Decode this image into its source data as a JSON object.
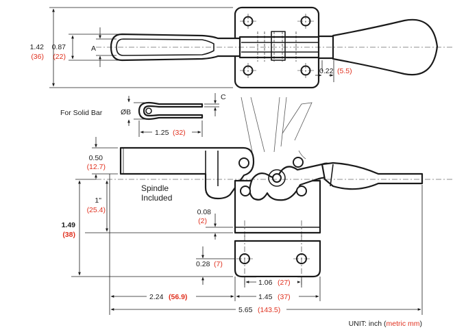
{
  "drawing": {
    "solid_bar_label": "For Solid Bar",
    "spindle_line1": "Spindle",
    "spindle_line2": "Included",
    "unit_prefix": "UNIT:  inch (",
    "unit_metric": "metric mm",
    "unit_suffix": ")"
  },
  "dimensions": {
    "overall_height": {
      "inch": "1.42",
      "mm": "(36)"
    },
    "handle_loop_height": {
      "inch": "0.87",
      "mm": "(22)"
    },
    "dim_a": {
      "label": "A"
    },
    "handle_offset": {
      "inch": "0.22",
      "mm": "(5.5)"
    },
    "bar_dia": {
      "label": "ØB"
    },
    "dim_c": {
      "label": "C"
    },
    "bar_length": {
      "inch": "1.25",
      "mm": "(32)"
    },
    "arm_thickness": {
      "inch": "0.50",
      "mm": "(12.7)"
    },
    "arm_height": {
      "inch": "1\"",
      "mm": "(25.4)"
    },
    "base_height": {
      "inch": "1.49",
      "mm": "(38)"
    },
    "base_plate": {
      "inch": "0.08",
      "mm": "(2)"
    },
    "slot_offset": {
      "inch": "0.28",
      "mm": "(7)"
    },
    "hole_spacing": {
      "inch": "1.06",
      "mm": "(27)"
    },
    "base_width": {
      "inch": "1.45",
      "mm": "(37)"
    },
    "reach": {
      "inch": "2.24",
      "mm": "(56.9)"
    },
    "overall_length": {
      "inch": "5.65",
      "mm": "(143.5)"
    }
  }
}
